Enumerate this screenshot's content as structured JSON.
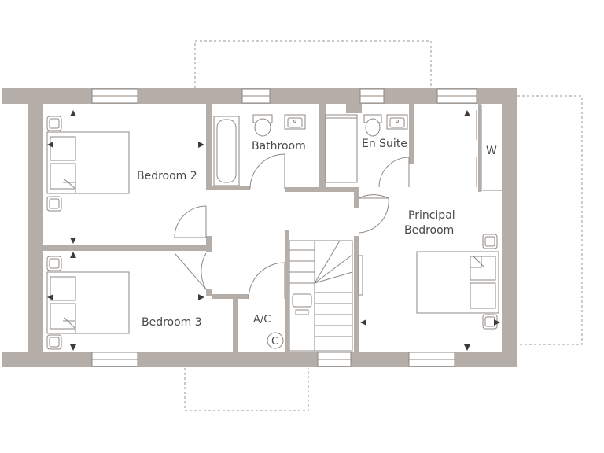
{
  "rooms": {
    "bedroom2": "Bedroom 2",
    "bathroom": "Bathroom",
    "ensuite": "En Suite",
    "wardrobe": "W",
    "principal_line1": "Principal",
    "principal_line2": "Bedroom",
    "bedroom3": "Bedroom 3",
    "ac": "A/C",
    "cylinder": "C"
  },
  "colors": {
    "wall": "#b5aea8",
    "fixture_stroke": "#8e8782",
    "text": "#4b4846",
    "arrow": "#3d3a38"
  }
}
